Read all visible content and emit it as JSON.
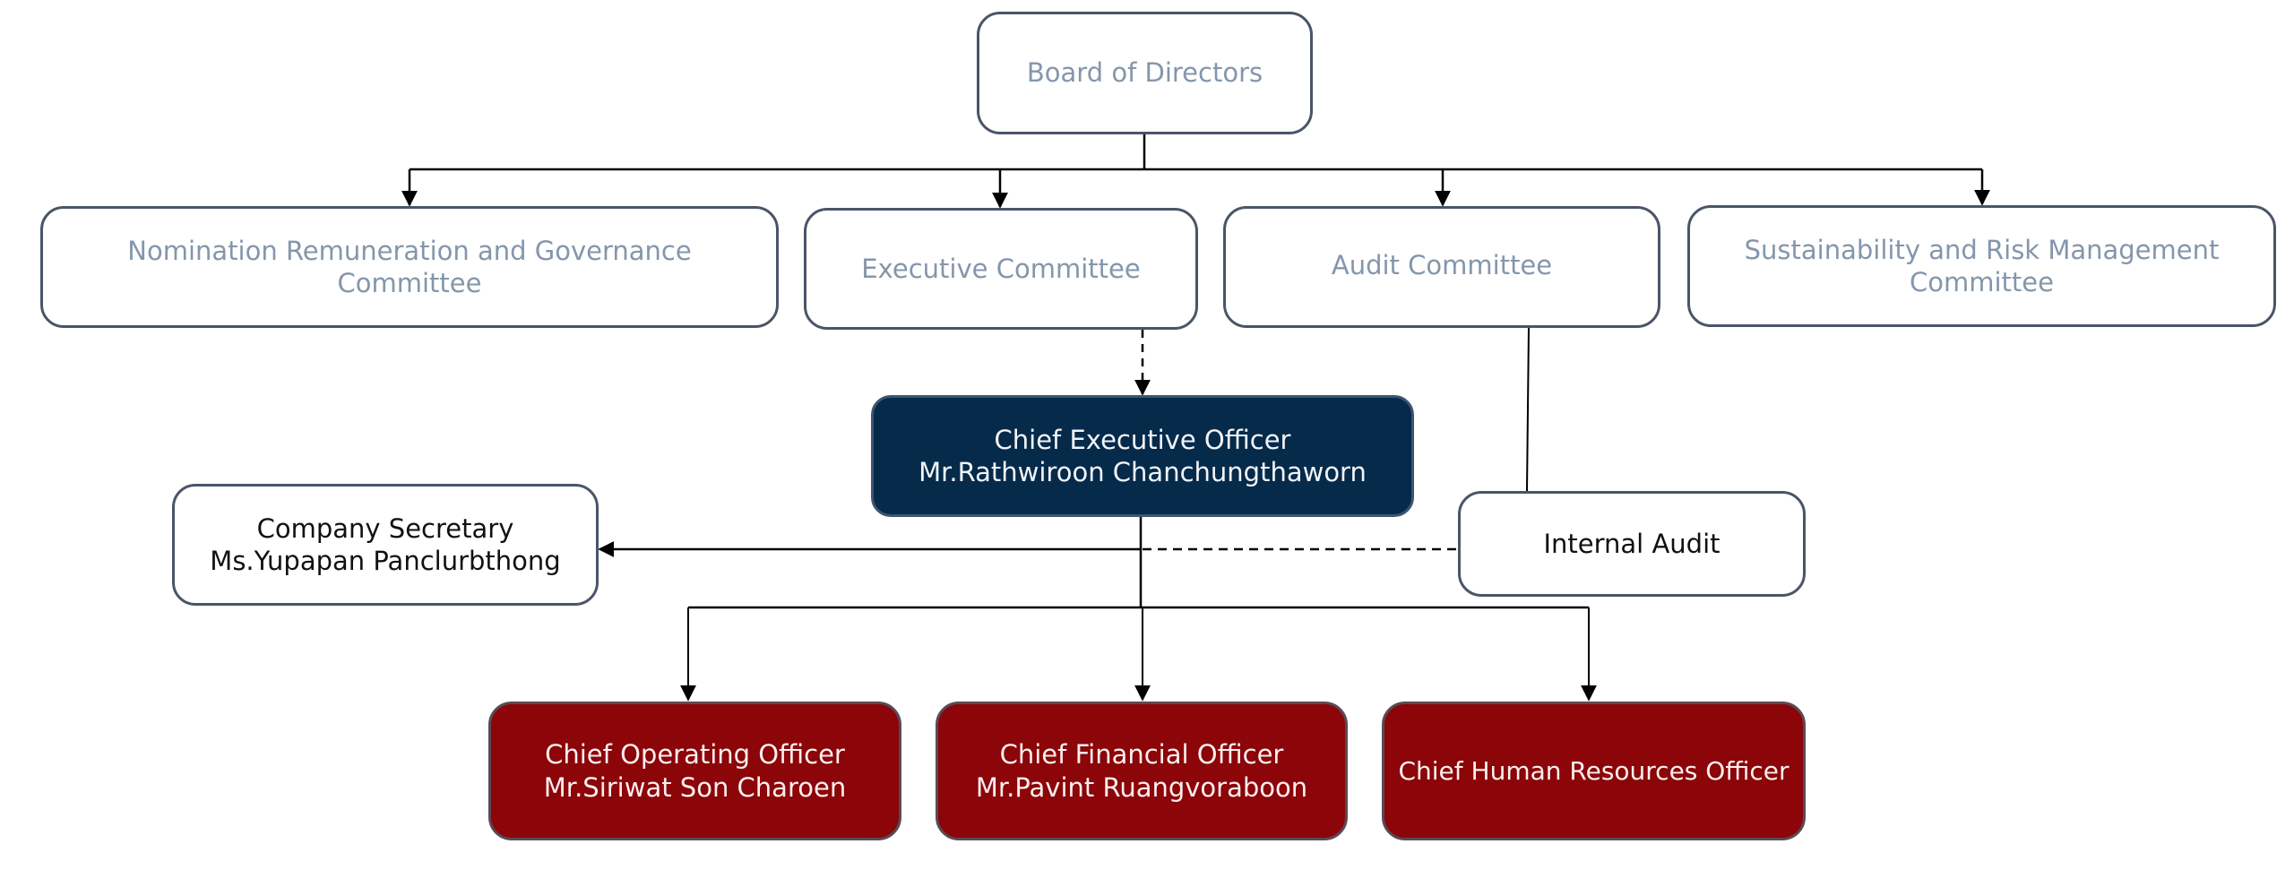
{
  "diagram": {
    "type": "organization-chart",
    "colors": {
      "muted_text": "#8496ab",
      "ceo_fill": "#062a4a",
      "officer_fill": "#8b0509",
      "border": "#4a5568",
      "connector": "#000000"
    },
    "board": {
      "title": "Board of Directors"
    },
    "committees": [
      {
        "title": "Nomination Remuneration and Governance Committee"
      },
      {
        "title": "Executive Committee"
      },
      {
        "title": "Audit Committee"
      },
      {
        "title": "Sustainability and Risk Management Committee"
      }
    ],
    "ceo": {
      "title": "Chief Executive Officer",
      "name": "Mr.Rathwiroon Chanchungthaworn"
    },
    "company_secretary": {
      "title": "Company Secretary",
      "name": "Ms.Yupapan Panclurbthong"
    },
    "internal_audit": {
      "title": "Internal Audit"
    },
    "officers": [
      {
        "title": "Chief Operating Officer",
        "name": "Mr.Siriwat Son Charoen"
      },
      {
        "title": "Chief Financial Officer",
        "name": "Mr.Pavint Ruangvoraboon"
      },
      {
        "title": "Chief Human Resources Officer",
        "name": ""
      }
    ],
    "relationships": [
      {
        "from": "Board of Directors",
        "to": "Nomination Remuneration and Governance Committee",
        "style": "solid"
      },
      {
        "from": "Board of Directors",
        "to": "Executive Committee",
        "style": "solid"
      },
      {
        "from": "Board of Directors",
        "to": "Audit Committee",
        "style": "solid"
      },
      {
        "from": "Board of Directors",
        "to": "Sustainability and Risk Management Committee",
        "style": "solid"
      },
      {
        "from": "Executive Committee",
        "to": "Chief Executive Officer",
        "style": "dashed"
      },
      {
        "from": "Audit Committee",
        "to": "Internal Audit",
        "style": "solid"
      },
      {
        "from": "Internal Audit",
        "to": "Chief Executive Officer",
        "style": "dashed"
      },
      {
        "from": "Chief Executive Officer",
        "to": "Company Secretary",
        "style": "solid"
      },
      {
        "from": "Chief Executive Officer",
        "to": "Chief Operating Officer",
        "style": "solid"
      },
      {
        "from": "Chief Executive Officer",
        "to": "Chief Financial Officer",
        "style": "solid"
      },
      {
        "from": "Chief Executive Officer",
        "to": "Chief Human Resources Officer",
        "style": "solid"
      }
    ]
  }
}
